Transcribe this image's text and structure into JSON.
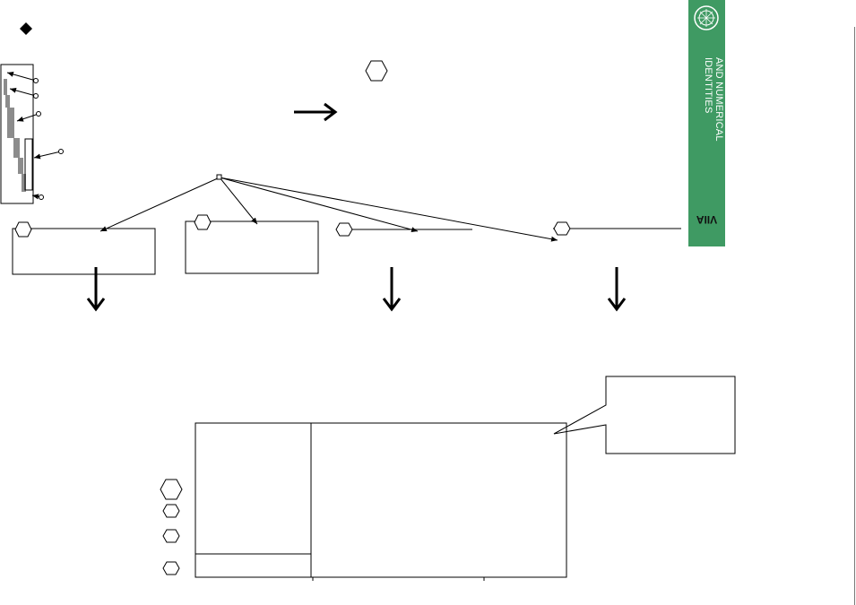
{
  "side_tab": {
    "title_lines": [
      "LIST OF CALL SIGNS",
      "AND NUMERICAL IDENTITIES"
    ],
    "code": "VIIA",
    "band_color": "#3f9a63",
    "logo": "itu-emblem"
  },
  "colors": {
    "line": "#000000",
    "gray_bar": "#8c8c8c"
  }
}
